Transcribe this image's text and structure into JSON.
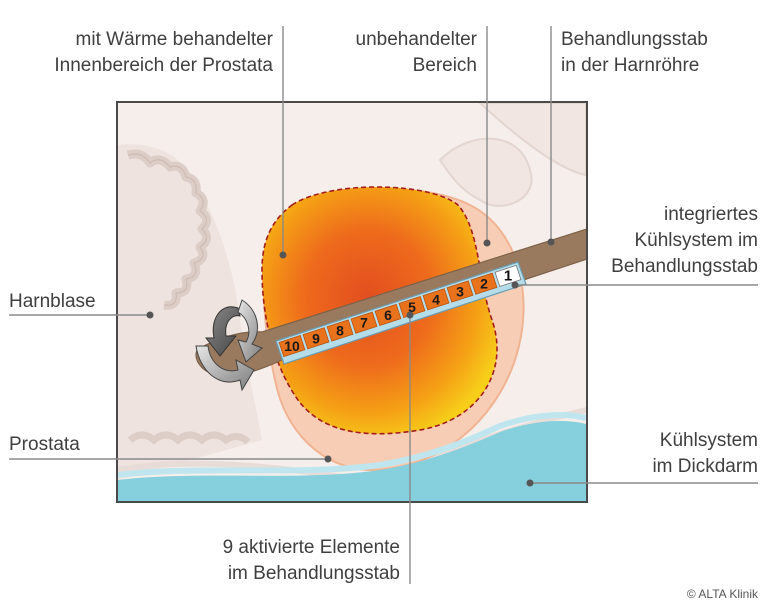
{
  "labels": {
    "heated_inner": [
      "mit Wärme behandelter",
      "Innenbereich der Prostata"
    ],
    "untreated": [
      "unbehandelter",
      "Bereich"
    ],
    "rod_in_urethra": [
      "Behandlungsstab",
      "in der Harnröhre"
    ],
    "cooling_in_rod": [
      "integriertes",
      "Kühlsystem im",
      "Behandlungsstab"
    ],
    "bladder": "Harnblase",
    "prostate": "Prostata",
    "cooling_rectum": [
      "Kühlsystem",
      "im Dickdarm"
    ],
    "active_elements": [
      "9 aktivierte Elemente",
      "im Behandlungsstab"
    ]
  },
  "elements": [
    "10",
    "9",
    "8",
    "7",
    "6",
    "5",
    "4",
    "3",
    "2",
    "1"
  ],
  "copyright": "© ALTA Klinik",
  "colors": {
    "heat_core": "#e8541e",
    "heat_mid": "#f39a14",
    "heat_edge": "#f6c818",
    "prostate_zone": "#f7cdb6",
    "rod": "#9a7a5e",
    "cooling": "#a9d9e6",
    "rectum_water": "#86cfdc",
    "background_tissue": "#f6eeeb"
  }
}
